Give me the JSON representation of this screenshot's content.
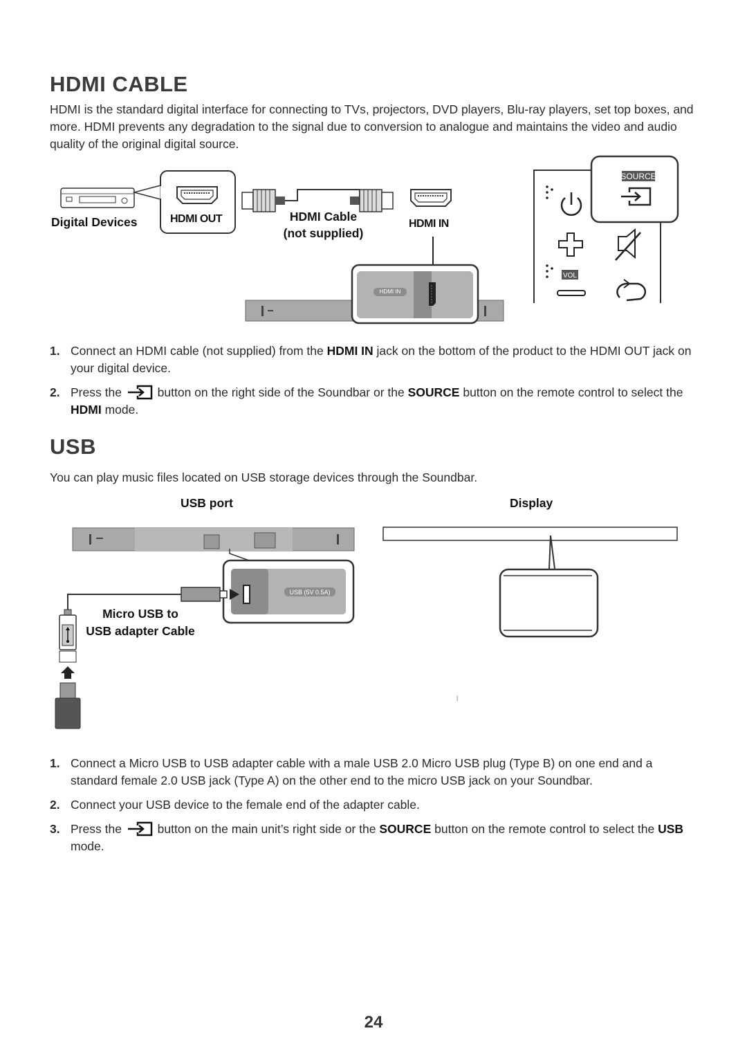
{
  "hdmi": {
    "title": "HDMI CABLE",
    "intro": "HDMI is the standard digital interface for connecting to TVs, projectors, DVD players, Blu-ray players, set top boxes, and more. HDMI prevents any degradation to the signal due to conversion to analogue and maintains the video and audio quality of the original digital source.",
    "diagram": {
      "digital_devices": "Digital Devices",
      "hdmi_out": "HDMI OUT",
      "hdmi_cable": "HDMI Cable",
      "not_supplied": "(not supplied)",
      "hdmi_in": "HDMI IN",
      "hdmi_in_port": "HDMI IN",
      "source_badge": "SOURCE",
      "vol_badge": "VOL"
    },
    "steps": [
      {
        "num": "1.",
        "a": "Connect an HDMI cable (not supplied) from the ",
        "b": "HDMI IN",
        "c": " jack on the bottom of the product to the HDMI OUT jack on your digital device."
      },
      {
        "num": "2.",
        "a": "Press the ",
        "b": " button on the right side of the Soundbar or the ",
        "c": "SOURCE",
        "d": " button on the remote control to select the ",
        "e": "HDMI",
        "f": " mode."
      }
    ]
  },
  "usb": {
    "title": "USB",
    "intro": "You can play music files located on USB storage devices through the Soundbar.",
    "diagram": {
      "usb_port": "USB port",
      "display": "Display",
      "micro_usb_line1": "Micro USB to",
      "micro_usb_line2": "USB adapter Cable",
      "usb_port_label": "USB (5V 0.5A)",
      "stray_mark": "l"
    },
    "steps": [
      {
        "num": "1.",
        "a": "Connect a Micro USB to USB adapter cable with a male USB 2.0 Micro USB plug (Type B) on one end and a standard female 2.0 USB jack (Type A) on the other end to the micro USB jack on your Soundbar."
      },
      {
        "num": "2.",
        "a": "Connect your USB device to the female end of the adapter cable."
      },
      {
        "num": "3.",
        "a": "Press the ",
        "b": " button on the main unit’s right side or the ",
        "c": "SOURCE",
        "d": " button on the remote control to select the ",
        "e": "USB",
        "f": " mode."
      }
    ]
  },
  "page_number": "24"
}
